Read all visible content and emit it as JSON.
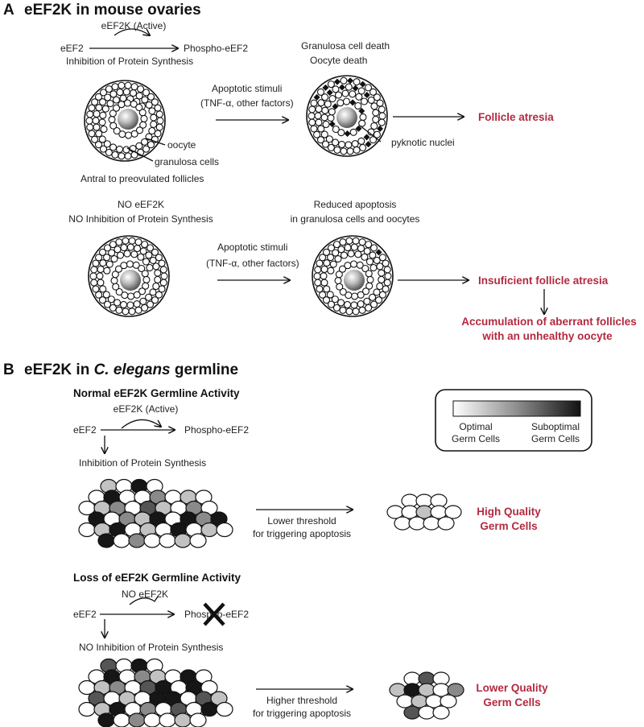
{
  "panel_a": {
    "letter": "A",
    "title": "eEF2K in mouse ovaries",
    "top": {
      "enzyme_active": "eEF2K (Active)",
      "substrate": "eEF2",
      "product": "Phospho-eEF2",
      "effect": "Inhibition of Protein Synthesis",
      "label_oocyte": "oocyte",
      "label_granulosa": "granulosa cells",
      "follicle_caption": "Antral to preovulated follicles",
      "stimuli_line1": "Apoptotic stimuli",
      "stimuli_line2": "(TNF-α, other factors)",
      "death_line1": "Granulosa cell death",
      "death_line2": "Oocyte death",
      "pyknotic": "pyknotic nuclei",
      "outcome": "Follicle atresia"
    },
    "bottom": {
      "no_enzyme": "NO eEF2K",
      "no_inhibition": "NO Inhibition of Protein Synthesis",
      "stimuli_line1": "Apoptotic stimuli",
      "stimuli_line2": "(TNF-α, other factors)",
      "reduced_line1": "Reduced apoptosis",
      "reduced_line2": "in granulosa cells and oocytes",
      "outcome": "Insuficient follicle atresia",
      "accum_line1": "Accumulation of aberrant follicles",
      "accum_line2": "with an unhealthy oocyte"
    }
  },
  "panel_b": {
    "letter": "B",
    "title_pre": "eEF2K in ",
    "title_italic": "C. elegans",
    "title_post": " germline",
    "legend": {
      "left_line1": "Optimal",
      "left_line2": "Germ Cells",
      "right_line1": "Suboptimal",
      "right_line2": "Germ Cells"
    },
    "normal": {
      "heading": "Normal eEF2K Germline Activity",
      "enzyme": "eEF2K (Active)",
      "substrate": "eEF2",
      "product": "Phospho-eEF2",
      "effect": "Inhibition of Protein Synthesis",
      "threshold_line1": "Lower threshold",
      "threshold_line2": "for triggering apoptosis",
      "result_line1": "High Quality",
      "result_line2": "Germ Cells"
    },
    "loss": {
      "heading": "Loss of eEF2K Germline Activity",
      "enzyme": "NO eEF2K",
      "substrate": "eEF2",
      "product": "Phospho-eEF2",
      "effect": "NO Inhibition of Protein Synthesis",
      "threshold_line1": "Higher threshold",
      "threshold_line2": "for triggering apoptosis",
      "result_line1": "Lower Quality",
      "result_line2": "Germ Cells"
    }
  },
  "colors": {
    "red_text": "#b32a40",
    "cell_white": "#ffffff",
    "cell_light_gray": "#c2c2c2",
    "cell_mid_gray": "#8a8a8a",
    "cell_dark_gray": "#555555",
    "cell_black": "#161616"
  }
}
